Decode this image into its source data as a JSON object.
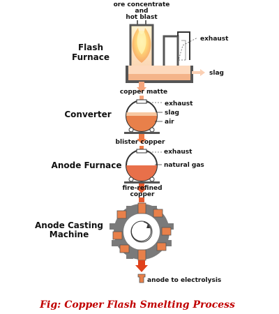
{
  "feed_label_line1": "ore concentrate",
  "feed_label_line2": "and",
  "feed_label_line3": "hot blast",
  "stages": {
    "flash_line1": "Flash",
    "flash_line2": "Furnace",
    "converter": "Converter",
    "anode_furnace": "Anode Furnace",
    "casting_line1": "Anode Casting",
    "casting_line2": "Machine"
  },
  "labels": {
    "exhaust_1": "exhaust",
    "slag_1": "slag",
    "copper_matte": "copper matte",
    "exhaust_2": "exhaust",
    "slag_2": "slag",
    "air": "air",
    "blister_copper": "blister copper",
    "exhaust_3": "exhaust",
    "natural_gas": "natural gas",
    "fire_refined_line1": "fire-refined",
    "fire_refined_line2": "copper",
    "anode_output": "anode to electrolysis"
  },
  "caption": "Fig: Copper Flash Smelting Process",
  "colors": {
    "furnace_wall": "#555555",
    "copper_orange": "#e8804a",
    "light_orange": "#f4b48a",
    "deep_red": "#e0401a",
    "flame_yellow": "#ffe070",
    "casting_gray": "#7a7a7a",
    "caption_red": "#c00000"
  }
}
